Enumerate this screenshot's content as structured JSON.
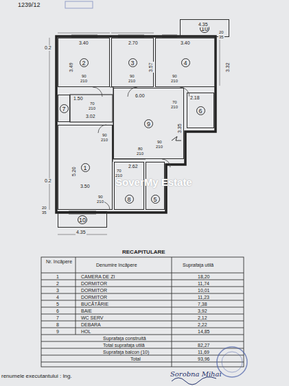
{
  "diagram": {
    "nodes": [
      {
        "text": [
          "10"
        ]
      },
      {
        "text": [
          "2"
        ]
      },
      {
        "text": [
          "3"
        ]
      },
      {
        "text": [
          "4"
        ]
      },
      {
        "text": [
          "7"
        ]
      },
      {
        "text": [
          "9"
        ]
      },
      {
        "text": [
          "6"
        ]
      },
      {
        "text": [
          "1"
        ]
      },
      {
        "text": [
          "8"
        ]
      },
      {
        "text": [
          "5"
        ]
      },
      {
        "text": [
          "10"
        ]
      }
    ],
    "labels": [
      "1239/12",
      "4.35",
      "0.2",
      "20",
      "35",
      "3.40",
      "2.70",
      "3.40",
      "3.49",
      "3.57",
      "3.32",
      "90",
      "210",
      "90",
      "210",
      "90",
      "210",
      "6.00",
      "70",
      "210",
      "70",
      "210",
      "2.18",
      "1.50",
      "3.02",
      "3.35",
      "90",
      "210",
      "90",
      "210",
      "80",
      "210",
      "5.20",
      "0.2",
      "3.50",
      "2.62",
      "20",
      "35",
      "90",
      "210",
      "70",
      "210",
      "4.35",
      "SoverMy Estate",
      "RECAPITULARE",
      "Nr. încăpere",
      "Denumire încăpere",
      "Suprafaţa utilă",
      "1",
      "CAMERA DE ZI",
      "18,20",
      "2",
      "DORMITOR",
      "11,74",
      "3",
      "DORMITOR",
      "10,01",
      "4",
      "DORMITOR",
      "11,23",
      "5",
      "BUCĂTĂRIE",
      "7,38",
      "6",
      "BAIE",
      "3,92",
      "7",
      "WC SERV",
      "2,12",
      "8",
      "DEBARA",
      "2,22",
      "9",
      "HOL",
      "14,85",
      "Suprafaţa construită",
      "Total suprafaţa utilă",
      "82,27",
      "Suprafaţa balcon (10)",
      "11,69",
      "Total",
      "93,96",
      "renumele executantului : Ing.",
      "Sorobna Mihai"
    ]
  }
}
